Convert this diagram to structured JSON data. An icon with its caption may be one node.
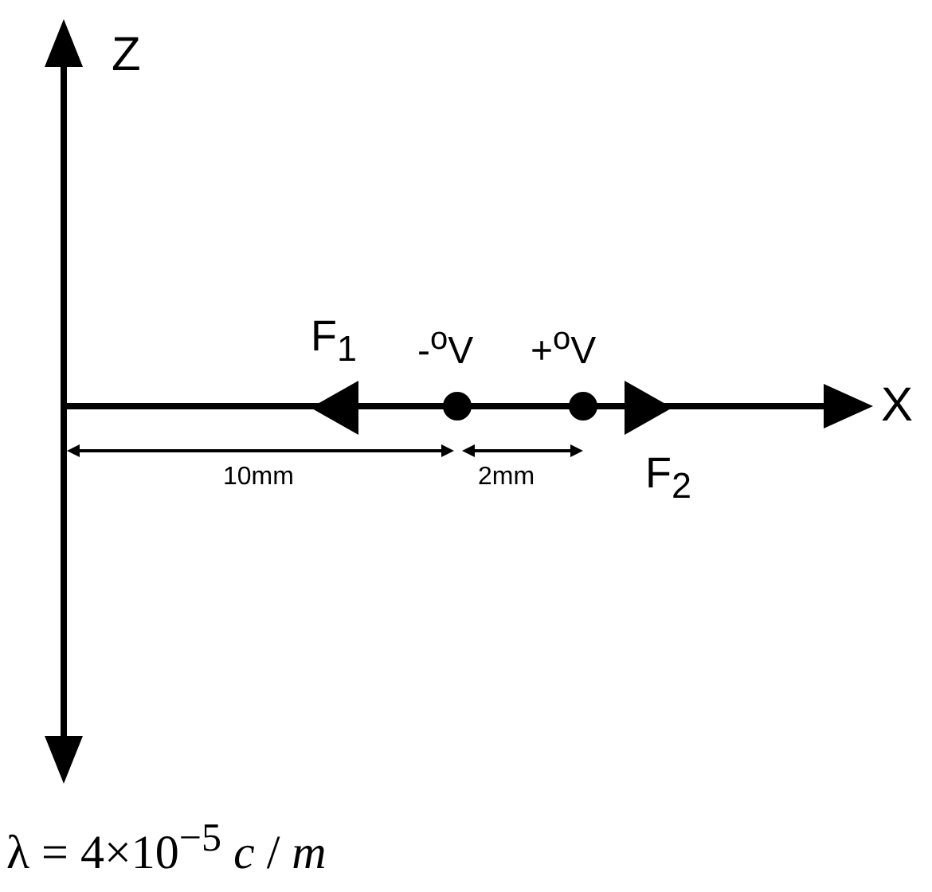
{
  "diagram": {
    "labels": [
      "Z",
      "F$_{1}$",
      "-$^{o}$V",
      "+$^{o}$V",
      "X",
      "F$_{2}$",
      "10mm",
      "2mm",
      "λ = 4×10$^{−5}$ *c* / *m*"
    ]
  }
}
